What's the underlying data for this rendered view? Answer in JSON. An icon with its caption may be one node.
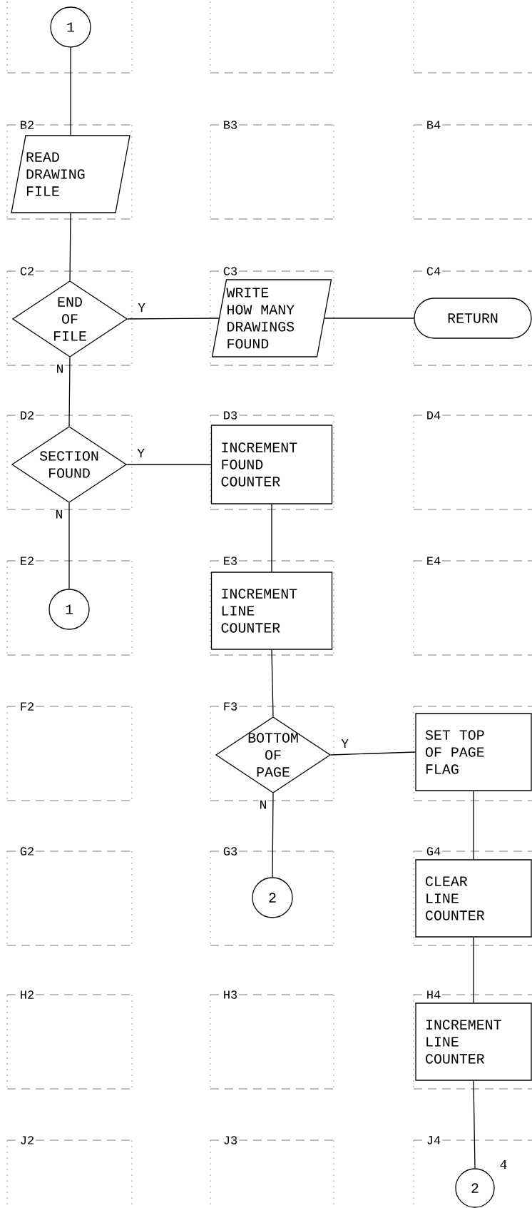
{
  "diagram": {
    "nodes": [
      {
        "text": [
          "1"
        ]
      },
      {
        "text": [
          "READ DRAWING FILE"
        ]
      },
      {
        "text": [
          "END OF FILE"
        ]
      },
      {
        "text": [
          "WRITE HOW MANY DRAWINGS FOUND"
        ]
      },
      {
        "text": [
          "RETURN"
        ]
      },
      {
        "text": [
          "SECTION FOUND"
        ]
      },
      {
        "text": [
          "INCREMENT FOUND COUNTER"
        ]
      },
      {
        "text": [
          "1"
        ]
      },
      {
        "text": [
          "INCREMENT LINE COUNTER"
        ]
      },
      {
        "text": [
          "BOTTOM OF PAGE"
        ]
      },
      {
        "text": [
          "SET TOP OF PAGE FLAG"
        ]
      },
      {
        "text": [
          "2"
        ]
      },
      {
        "text": [
          "CLEAR LINE COUNTER"
        ]
      },
      {
        "text": [
          "INCREMENT LINE COUNTER"
        ]
      },
      {
        "text": [
          "2"
        ]
      }
    ],
    "edges": [
      {
        "from": 0,
        "to": 1,
        "arrow": "none"
      },
      {
        "from": 1,
        "to": 2,
        "arrow": "none"
      },
      {
        "from": 2,
        "to": 3,
        "arrow": "none",
        "label": "Y"
      },
      {
        "from": 3,
        "to": 4,
        "arrow": "none"
      },
      {
        "from": 2,
        "to": 5,
        "arrow": "none",
        "label": "N"
      },
      {
        "from": 5,
        "to": 6,
        "arrow": "none",
        "label": "Y"
      },
      {
        "from": 5,
        "to": 7,
        "arrow": "none",
        "label": "N"
      },
      {
        "from": 6,
        "to": 8,
        "arrow": "none"
      },
      {
        "from": 8,
        "to": 9,
        "arrow": "none"
      },
      {
        "from": 9,
        "to": 10,
        "arrow": "none",
        "label": "Y"
      },
      {
        "from": 9,
        "to": 11,
        "arrow": "none",
        "label": "N"
      },
      {
        "from": 10,
        "to": 12,
        "arrow": "none"
      },
      {
        "from": 12,
        "to": 13,
        "arrow": "none"
      },
      {
        "from": 13,
        "to": 14,
        "arrow": "none"
      }
    ],
    "labels": [
      "B2",
      "B3",
      "B4",
      "C2",
      "C3",
      "C4",
      "D2",
      "D3",
      "D4",
      "E2",
      "E3",
      "E4",
      "F2",
      "F3",
      "G2",
      "G3",
      "G4",
      "H2",
      "H3",
      "H4",
      "J2",
      "J3",
      "J4",
      "4"
    ]
  }
}
